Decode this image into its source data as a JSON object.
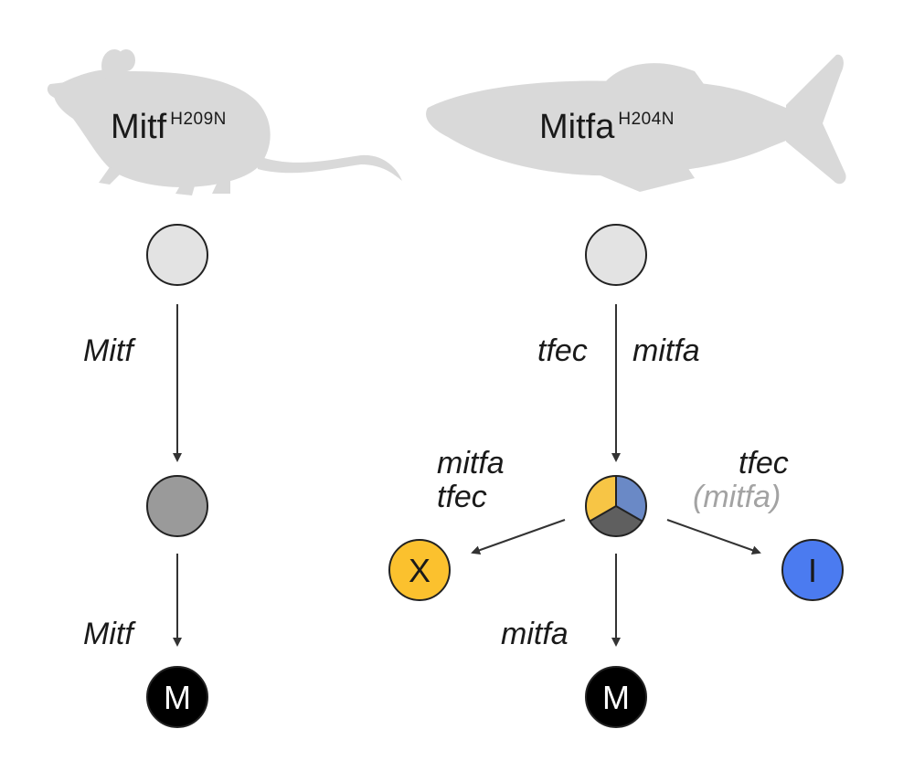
{
  "mouse": {
    "title": "Mitf",
    "allele": "H209N",
    "gene_label_upper": "Mitf",
    "gene_label_lower": "Mitf",
    "end_node_letter": "M"
  },
  "fish": {
    "title": "Mitfa",
    "allele": "H204N",
    "label_left_top": "tfec",
    "label_right_top": "mitfa",
    "label_to_X_line1": "mitfa",
    "label_to_X_line2": "tfec",
    "label_to_I_line1": "tfec",
    "label_to_I_line2": "(mitfa)",
    "label_to_M": "mitfa",
    "node_X_letter": "X",
    "node_I_letter": "I",
    "node_M_letter": "M"
  },
  "colors": {
    "silhouette": "#d9d9d9",
    "progenitor": "#e3e3e3",
    "intermediate_mouse": "#9a9a9a",
    "melanophore": "#000000",
    "xanthophore": "#fbc12e",
    "iridophore": "#4b7bf0",
    "tripotent_yellow": "#f7c545",
    "tripotent_blue": "#6a89c6",
    "tripotent_gray": "#5f5f5f",
    "arrow": "#333333",
    "muted_text": "#a3a3a3"
  }
}
